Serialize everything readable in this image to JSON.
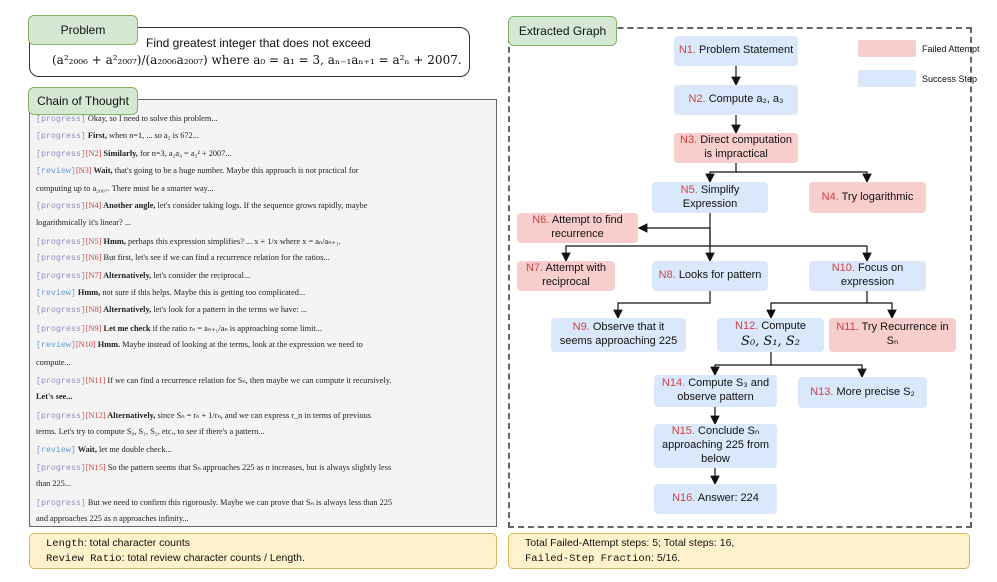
{
  "problem": {
    "tab": "Problem",
    "line1": "Find greatest integer that does not exceed",
    "line2": "(a²₂₀₀₆ + a²₂₀₀₇)/(a₂₀₀₆a₂₀₀₇) where a₀ = a₁ = 3, aₙ₋₁aₙ₊₁ = a²ₙ + 2007."
  },
  "cot": {
    "tab": "Chain of Thought",
    "lines": [
      {
        "tag": "[progress]",
        "tag_type": "p",
        "id": "",
        "bold": "",
        "text": " Okay, so I need to solve this problem..."
      },
      {
        "tag": "[progress]",
        "tag_type": "p",
        "id": "",
        "bold": " First,",
        "text": " when n=1, ... so a₂ is 672..."
      },
      {
        "tag": "[progress]",
        "tag_type": "p",
        "id": "[N2]",
        "bold": " Similarly,",
        "text": " for n=3, a₂a₄ = a₃² + 2007..."
      },
      {
        "tag": "[review]",
        "tag_type": "r",
        "id": "[N3]",
        "bold": " Wait,",
        "text": " that's going to be a huge number. Maybe this approach is not practical for"
      },
      {
        "tag": "",
        "tag_type": "",
        "id": "",
        "bold": "",
        "text": "computing up to a₂₀₀₇. There must be a smarter way..."
      },
      {
        "tag": "[progress]",
        "tag_type": "p",
        "id": "[N4]",
        "bold": " Another angle,",
        "text": " let's consider taking logs. If the sequence grows rapidly, maybe"
      },
      {
        "tag": "",
        "tag_type": "",
        "id": "",
        "bold": "",
        "text": "logarithmically it's linear? ..."
      },
      {
        "tag": "[progress]",
        "tag_type": "p",
        "id": "[N5]",
        "bold": " Hmm,",
        "text": " perhaps this expression simplifies? ... x + 1/x where x = aₙ/aₙ₊₁."
      },
      {
        "tag": "[progress]",
        "tag_type": "p",
        "id": "[N6]",
        "bold": "",
        "text": " But first, let's see if we can find a recurrence relation for the ratios..."
      },
      {
        "tag": "[progress]",
        "tag_type": "p",
        "id": "[N7]",
        "bold": " Alternatively,",
        "text": " let's consider the reciprocal..."
      },
      {
        "tag": "[review]",
        "tag_type": "r",
        "id": "",
        "bold": " Hmm,",
        "text": " not sure if this helps. Maybe this is getting too complicated..."
      },
      {
        "tag": "[progress]",
        "tag_type": "p",
        "id": "[N8]",
        "bold": " Alternatively,",
        "text": " let's look for a pattern in the terms we have: ..."
      },
      {
        "tag": "[progress]",
        "tag_type": "p",
        "id": "[N9]",
        "bold": " Let me check",
        "text": " if the ratio rₙ = aₙ₊₁/aₙ is approaching some limit..."
      },
      {
        "tag": "[review]",
        "tag_type": "r",
        "id": "[N10]",
        "bold": " Hmm.",
        "text": " Maybe instead of looking at the terms, look at the expression we need to"
      },
      {
        "tag": "",
        "tag_type": "",
        "id": "",
        "bold": "",
        "text": "compute..."
      },
      {
        "tag": "[progress]",
        "tag_type": "p",
        "id": "[N11]",
        "bold": "",
        "text": " If we can find a recurrence relation for Sₙ, then maybe we can compute it recursively."
      },
      {
        "tag": "",
        "tag_type": "",
        "id": "",
        "bold": "Let's see...",
        "text": ""
      },
      {
        "tag": "[progress]",
        "tag_type": "p",
        "id": "[N12]",
        "bold": " Alternatively,",
        "text": " since Sₙ = rₙ + 1/rₙ, and we can express r_n in terms of previous"
      },
      {
        "tag": "",
        "tag_type": "",
        "id": "",
        "bold": "",
        "text": "terms. Let's try to compute S₀, S₁, S₂, etc., to see if there's a pattern..."
      },
      {
        "tag": "[review]",
        "tag_type": "r",
        "id": "",
        "bold": " Wait,",
        "text": " let me double check..."
      },
      {
        "tag": "[progress]",
        "tag_type": "p",
        "id": "[N15]",
        "bold": "",
        "text": " So the pattern seems that Sₙ approaches 225 as n increases, but is always slightly less"
      },
      {
        "tag": "",
        "tag_type": "",
        "id": "",
        "bold": "",
        "text": "than 225..."
      },
      {
        "tag": "[progress]",
        "tag_type": "p",
        "id": "",
        "bold": "",
        "text": " But we need to confirm this rigorously. Maybe we can prove that Sₙ is always less than 225"
      },
      {
        "tag": "",
        "tag_type": "",
        "id": "",
        "bold": "",
        "text": "and approaches 225 as n approaches infinity..."
      }
    ]
  },
  "graph": {
    "tab": "Extracted Graph",
    "legend": {
      "failed": "Failed Attempt",
      "success": "Success Step",
      "failed_color": "#f8cecc",
      "success_color": "#dae8fc"
    },
    "nodes": [
      {
        "id": "N1.",
        "label": "Problem Statement",
        "status": "success"
      },
      {
        "id": "N2.",
        "label": "Compute a₂, a₃",
        "status": "success"
      },
      {
        "id": "N3.",
        "label": "Direct computation|is impractical",
        "status": "failed"
      },
      {
        "id": "N4.",
        "label": "Try logarithmic",
        "status": "failed"
      },
      {
        "id": "N5.",
        "label": "Simplify|Expression",
        "status": "success"
      },
      {
        "id": "N6.",
        "label": "Attempt to find|recurrence",
        "status": "failed"
      },
      {
        "id": "N7.",
        "label": "Attempt with|reciprocal",
        "status": "failed"
      },
      {
        "id": "N8.",
        "label": "Looks for pattern",
        "status": "success"
      },
      {
        "id": "N10.",
        "label": "Focus on|expression",
        "status": "success"
      },
      {
        "id": "N9.",
        "label": "Observe that it|seems approaching 225",
        "status": "success"
      },
      {
        "id": "N12.",
        "label": "Compute|S₀, S₁, S₂",
        "status": "success"
      },
      {
        "id": "N11.",
        "label": "Try Recurrence in|Sₙ",
        "status": "failed"
      },
      {
        "id": "N14.",
        "label": "Compute S₃ and|observe pattern",
        "status": "success"
      },
      {
        "id": "N13.",
        "label": "More precise S₂",
        "status": "success"
      },
      {
        "id": "N15.",
        "label": "Conclude Sₙ|approaching 225 from|below",
        "status": "success"
      },
      {
        "id": "N16.",
        "label": "Answer: 224",
        "status": "success"
      }
    ]
  },
  "footer_left": {
    "length_key": "Length",
    "length_text": ": total character counts",
    "ratio_key": "Review Ratio",
    "ratio_text": ": total review character counts / Length."
  },
  "footer_right": {
    "line1": "Total Failed-Attempt steps: 5; Total steps: 16,",
    "fraction_key": "Failed-Step Fraction",
    "fraction_text": ": 5/16."
  }
}
